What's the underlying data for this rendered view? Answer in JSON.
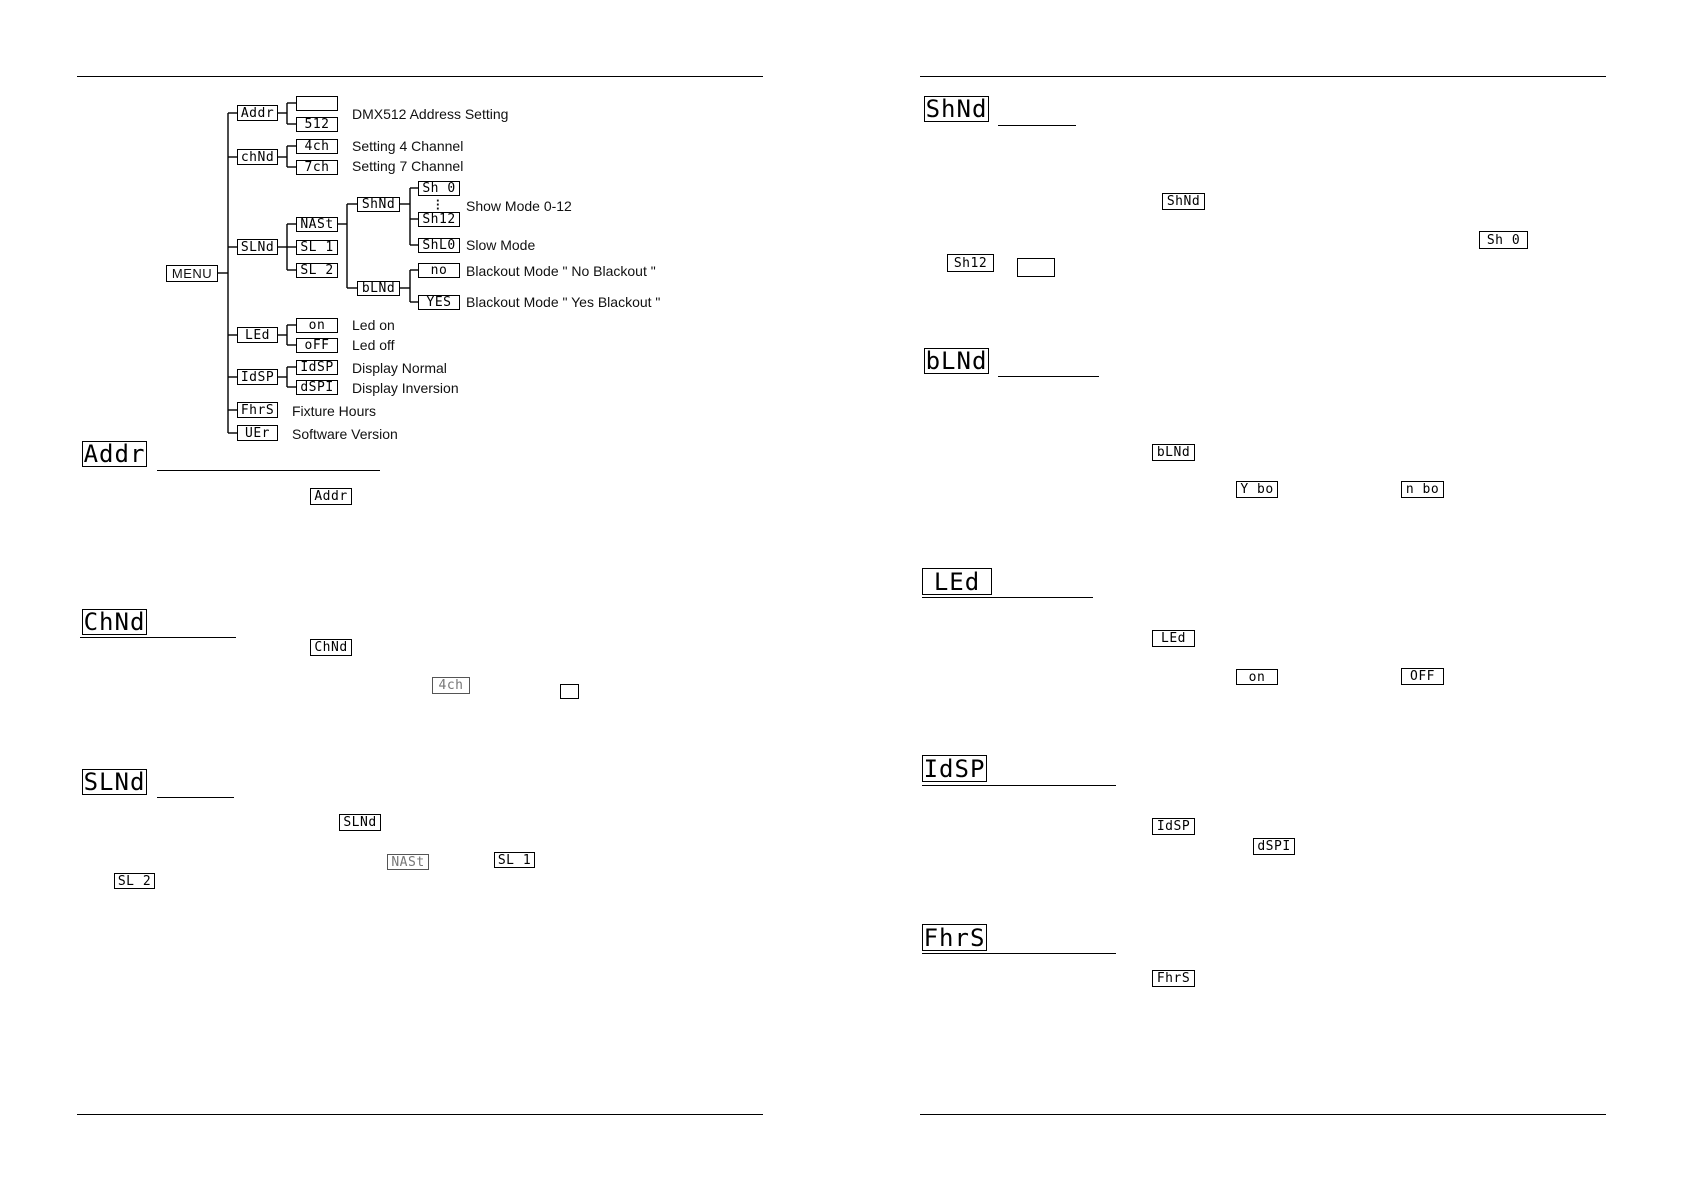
{
  "menu": {
    "root": "MENU",
    "items": [
      {
        "code": "Addr",
        "children": [
          {
            "code": "    ",
            "label": ""
          },
          {
            "code": "512",
            "label": ""
          }
        ],
        "label": "DMX512 Address Setting"
      },
      {
        "code": "chNd",
        "children": [
          {
            "code": "4ch",
            "label": "Setting 4 Channel"
          },
          {
            "code": "7ch",
            "label": "Setting 7 Channel"
          }
        ]
      },
      {
        "code": "SLNd",
        "children": [
          {
            "code": "NASt"
          },
          {
            "code": "SL 1"
          },
          {
            "code": "SL 2"
          }
        ],
        "sub": [
          {
            "code": "ShNd",
            "children": [
              {
                "code": "Sh 0"
              },
              {
                "code": "Sh12"
              },
              {
                "code": "ShL0"
              }
            ],
            "labels": {
              "show": "Show  Mode 0-12",
              "slow": "Slow  Mode"
            }
          },
          {
            "code": "bLNd",
            "children": [
              {
                "code": "no",
                "label": "Blackout Mode \" No Blackout \""
              },
              {
                "code": "YES",
                "label": "Blackout Mode \" Yes Blackout \""
              }
            ]
          }
        ]
      },
      {
        "code": "LEd",
        "children": [
          {
            "code": "on",
            "label": "Led on"
          },
          {
            "code": "oFF",
            "label": "Led off"
          }
        ]
      },
      {
        "code": "IdSP",
        "children": [
          {
            "code": "IdSP",
            "label": "Display Normal"
          },
          {
            "code": "dSPI",
            "label": "Display Inversion"
          }
        ]
      },
      {
        "code": "FhrS",
        "label": "Fixture Hours"
      },
      {
        "code": "UEr",
        "label": "Software Version"
      }
    ]
  },
  "left_sections": [
    {
      "heading": "Addr",
      "inline": [
        "Addr"
      ]
    },
    {
      "heading": "ChNd",
      "inline": [
        "ChNd",
        "4ch"
      ]
    },
    {
      "heading": "SLNd",
      "inline": [
        "SLNd",
        "NASt",
        "SL 1",
        "SL 2"
      ]
    }
  ],
  "right_sections": [
    {
      "heading": "ShNd",
      "inline": [
        "ShNd",
        "Sh 0",
        "Sh12"
      ]
    },
    {
      "heading": "bLNd",
      "inline": [
        "bLNd",
        "Y bo",
        "n bo"
      ]
    },
    {
      "heading": "LEd",
      "inline": [
        "LEd",
        "on",
        "OFF"
      ]
    },
    {
      "heading": "IdSP",
      "inline": [
        "IdSP",
        "dSPI"
      ]
    },
    {
      "heading": "FhrS",
      "inline": [
        "FhrS"
      ]
    }
  ]
}
